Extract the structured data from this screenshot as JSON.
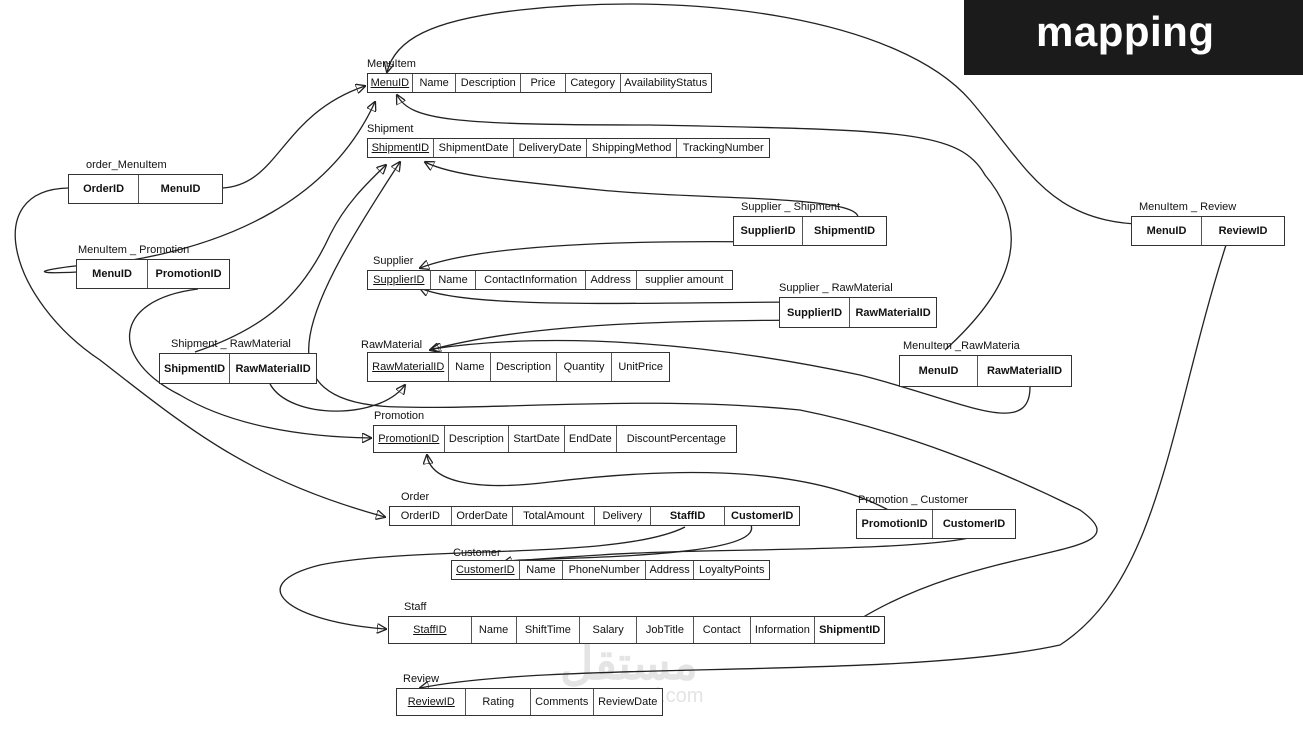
{
  "badge": {
    "title": "mapping"
  },
  "watermark": {
    "arabic": "مستقل",
    "domain": "mostaql.com"
  },
  "entities": {
    "menuitem": {
      "name": "MenuItem",
      "cells": [
        "MenuID",
        "Name",
        "Description",
        "Price",
        "Category",
        "AvailabilityStatus"
      ]
    },
    "shipment": {
      "name": "Shipment",
      "cells": [
        "ShipmentID",
        "ShipmentDate",
        "DeliveryDate",
        "ShippingMethod",
        "TrackingNumber"
      ]
    },
    "order_menuitem": {
      "name": "order_MenuItem",
      "cells": [
        "OrderID",
        "MenuID"
      ]
    },
    "supplier_shipment": {
      "name": "Supplier _ Shipment",
      "cells": [
        "SupplierID",
        "ShipmentID"
      ]
    },
    "menuitem_review": {
      "name": "MenuItem _ Review",
      "cells": [
        "MenuID",
        "ReviewID"
      ]
    },
    "menuitem_promotion": {
      "name": "MenuItem _ Promotion",
      "cells": [
        "MenuID",
        "PromotionID"
      ]
    },
    "supplier": {
      "name": "Supplier",
      "cells": [
        "SupplierID",
        "Name",
        "ContactInformation",
        "Address",
        "supplier amount"
      ]
    },
    "supplier_rawmaterial": {
      "name": "Supplier _ RawMaterial",
      "cells": [
        "SupplierID",
        "RawMaterialID"
      ]
    },
    "shipment_rawmaterial": {
      "name": "Shipment _ RawMaterial",
      "cells": [
        "ShipmentID",
        "RawMaterialID"
      ]
    },
    "rawmaterial": {
      "name": "RawMaterial",
      "cells": [
        "RawMaterialID",
        "Name",
        "Description",
        "Quantity",
        "UnitPrice"
      ]
    },
    "menuitem_rawmaterial": {
      "name": "MenuItem _RawMateria",
      "cells": [
        "MenuID",
        "RawMaterialID"
      ]
    },
    "promotion": {
      "name": "Promotion",
      "cells": [
        "PromotionID",
        "Description",
        "StartDate",
        "EndDate",
        "DiscountPercentage"
      ]
    },
    "order": {
      "name": "Order",
      "cells": [
        "OrderID",
        "OrderDate",
        "TotalAmount",
        "Delivery",
        "StaffID",
        "CustomerID"
      ]
    },
    "promotion_customer": {
      "name": "Promotion _ Customer",
      "cells": [
        "PromotionID",
        "CustomerID"
      ]
    },
    "customer": {
      "name": "Customer",
      "cells": [
        "CustomerID",
        "Name",
        "PhoneNumber",
        "Address",
        "LoyaltyPoints"
      ]
    },
    "staff": {
      "name": "Staff",
      "cells": [
        "StaffID",
        "Name",
        "ShiftTime",
        "Salary",
        "JobTitle",
        "Contact",
        "Information",
        "ShipmentID"
      ]
    },
    "review": {
      "name": "Review",
      "cells": [
        "ReviewID",
        "Rating",
        "Comments",
        "ReviewDate"
      ]
    }
  }
}
